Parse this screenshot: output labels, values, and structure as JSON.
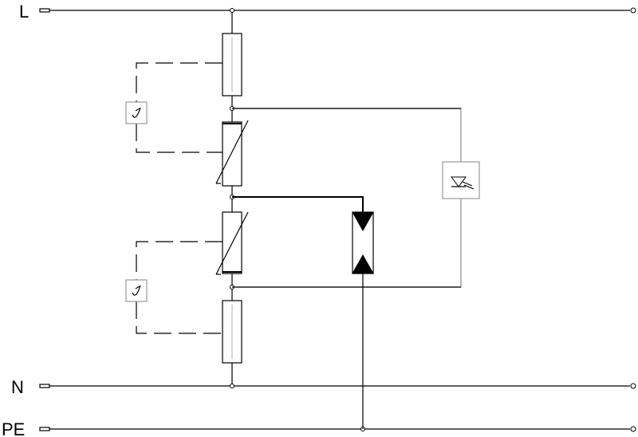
{
  "terminals": {
    "line": "L",
    "neutral": "N",
    "protective_earth": "PE"
  },
  "icons": {
    "thermal_disconnector": "thermal-switch-icon",
    "varistor": "varistor-icon",
    "gas_discharge_tube": "gas-discharge-tube-icon",
    "status_indicator": "led-indicator-icon"
  }
}
